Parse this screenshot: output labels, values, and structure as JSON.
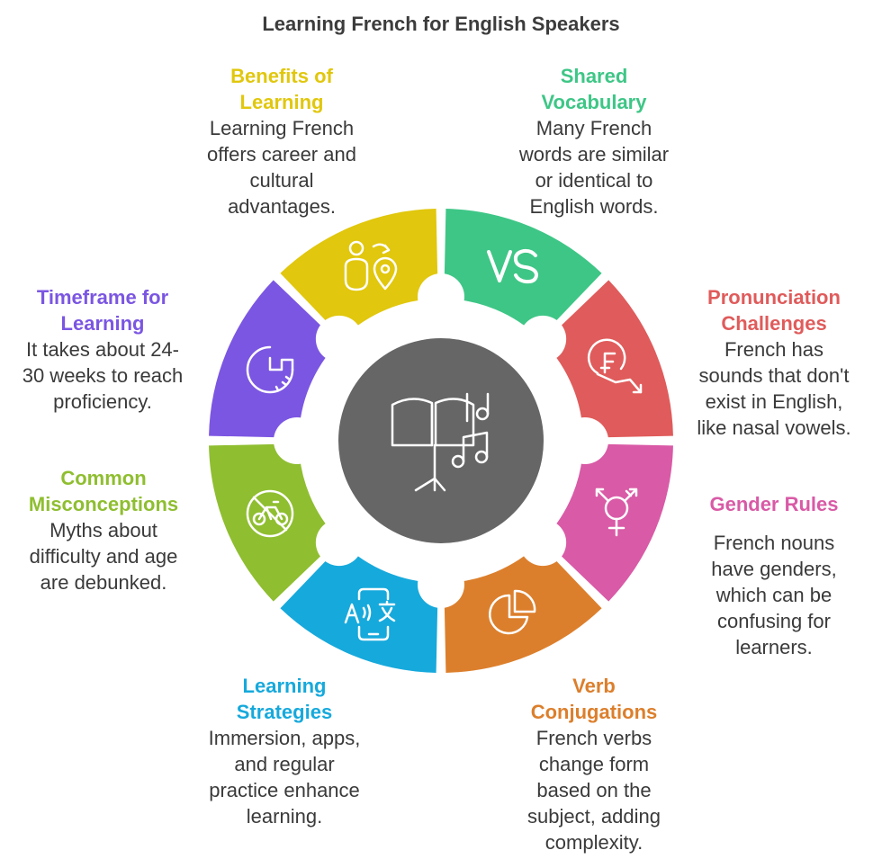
{
  "title": "Learning French for English Speakers",
  "center": {
    "icon": "music-stand-icon",
    "color": "#666666"
  },
  "segments": [
    {
      "key": "shared-vocabulary",
      "title": "Shared Vocabulary",
      "title_lines": [
        "Shared",
        "Vocabulary"
      ],
      "desc_lines": [
        "Many French",
        "words are similar",
        "or identical to",
        "English words."
      ],
      "color": "#3ec686",
      "icon": "vs-icon"
    },
    {
      "key": "pronunciation-challenges",
      "title": "Pronunciation Challenges",
      "title_lines": [
        "Pronunciation",
        "Challenges"
      ],
      "desc_lines": [
        "French has",
        "sounds that don't",
        "exist in English,",
        "like nasal vowels."
      ],
      "color": "#e05b5b",
      "icon": "franc-down-icon"
    },
    {
      "key": "gender-rules",
      "title": "Gender Rules",
      "title_lines": [
        "Gender Rules"
      ],
      "desc_lines": [
        "French nouns",
        "have genders,",
        "which can be",
        "confusing for",
        "learners."
      ],
      "color": "#d95aa6",
      "icon": "gender-symbols-icon"
    },
    {
      "key": "verb-conjugations",
      "title": "Verb Conjugations",
      "title_lines": [
        "Verb",
        "Conjugations"
      ],
      "desc_lines": [
        "French verbs",
        "change form",
        "based on the",
        "subject, adding",
        "complexity."
      ],
      "color": "#dc7f2c",
      "icon": "pie-chart-icon"
    },
    {
      "key": "learning-strategies",
      "title": "Learning Strategies",
      "title_lines": [
        "Learning",
        "Strategies"
      ],
      "desc_lines": [
        "Immersion, apps,",
        "and regular",
        "practice enhance",
        "learning."
      ],
      "color": "#16a9dc",
      "icon": "translate-phone-icon"
    },
    {
      "key": "common-misconceptions",
      "title": "Common Misconceptions",
      "title_lines": [
        "Common",
        "Misconceptions"
      ],
      "desc_lines": [
        "Myths about",
        "difficulty and age",
        "are debunked."
      ],
      "color": "#8fbe30",
      "icon": "no-bicycle-icon"
    },
    {
      "key": "timeframe-for-learning",
      "title": "Timeframe for Learning",
      "title_lines": [
        "Timeframe for",
        "Learning"
      ],
      "desc_lines": [
        "It takes about 24-",
        "30 weeks to reach",
        "proficiency."
      ],
      "color": "#7b56e2",
      "icon": "timer-icon"
    },
    {
      "key": "benefits-of-learning",
      "title": "Benefits of Learning",
      "title_lines": [
        "Benefits of",
        "Learning"
      ],
      "desc_lines": [
        "Learning French",
        "offers career and",
        "cultural",
        "advantages."
      ],
      "color": "#e1c70d",
      "icon": "person-location-icon"
    }
  ]
}
